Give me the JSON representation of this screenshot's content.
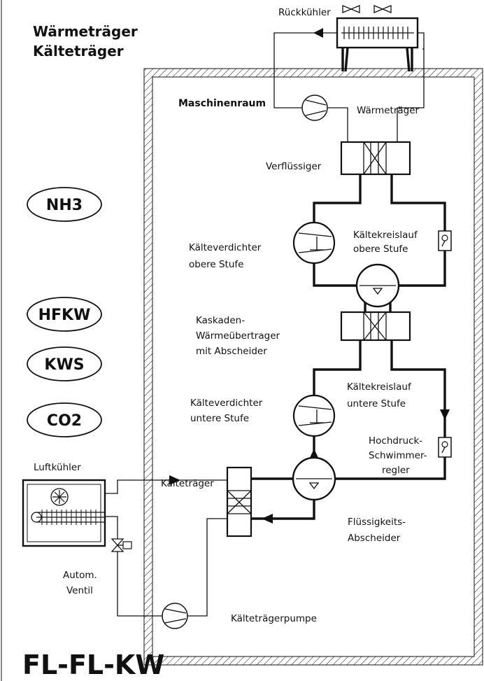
{
  "title": {
    "line1": "Wärmeträger",
    "line2": "Kälteträger"
  },
  "room_label": "Maschinenraum",
  "refrigerants": [
    "NH3",
    "HFKW",
    "KWS",
    "CO2"
  ],
  "system_code": "FL-FL-KW",
  "labels": {
    "rueckkuehler": "Rückkühler",
    "waermetraeger": "Wärmeträger",
    "verfluessiger": "Verflüssiger",
    "kaeltekreislauf_oben_1": "Kältekreislauf",
    "kaeltekreislauf_oben_2": "obere Stufe",
    "verdichter_oben_1": "Kälteverdichter",
    "verdichter_oben_2": "obere Stufe",
    "kaskade_1": "Kaskaden-",
    "kaskade_2": "Wärmeübertrager",
    "kaskade_3": "mit Abscheider",
    "kaeltekreislauf_unten_1": "Kältekreislauf",
    "kaeltekreislauf_unten_2": "untere Stufe",
    "verdichter_unten_1": "Kälteverdichter",
    "verdichter_unten_2": "untere Stufe",
    "hochdruck_1": "Hochdruck-",
    "hochdruck_2": "Schwimmer-",
    "hochdruck_3": "regler",
    "luftkuehler": "Luftkühler",
    "kaeltetraeger": "Kälteträger",
    "abscheider_1": "Flüssigkeits-",
    "abscheider_2": "Abscheider",
    "ventil_1": "Autom.",
    "ventil_2": "Ventil",
    "pumpe": "Kälteträgerpumpe"
  }
}
